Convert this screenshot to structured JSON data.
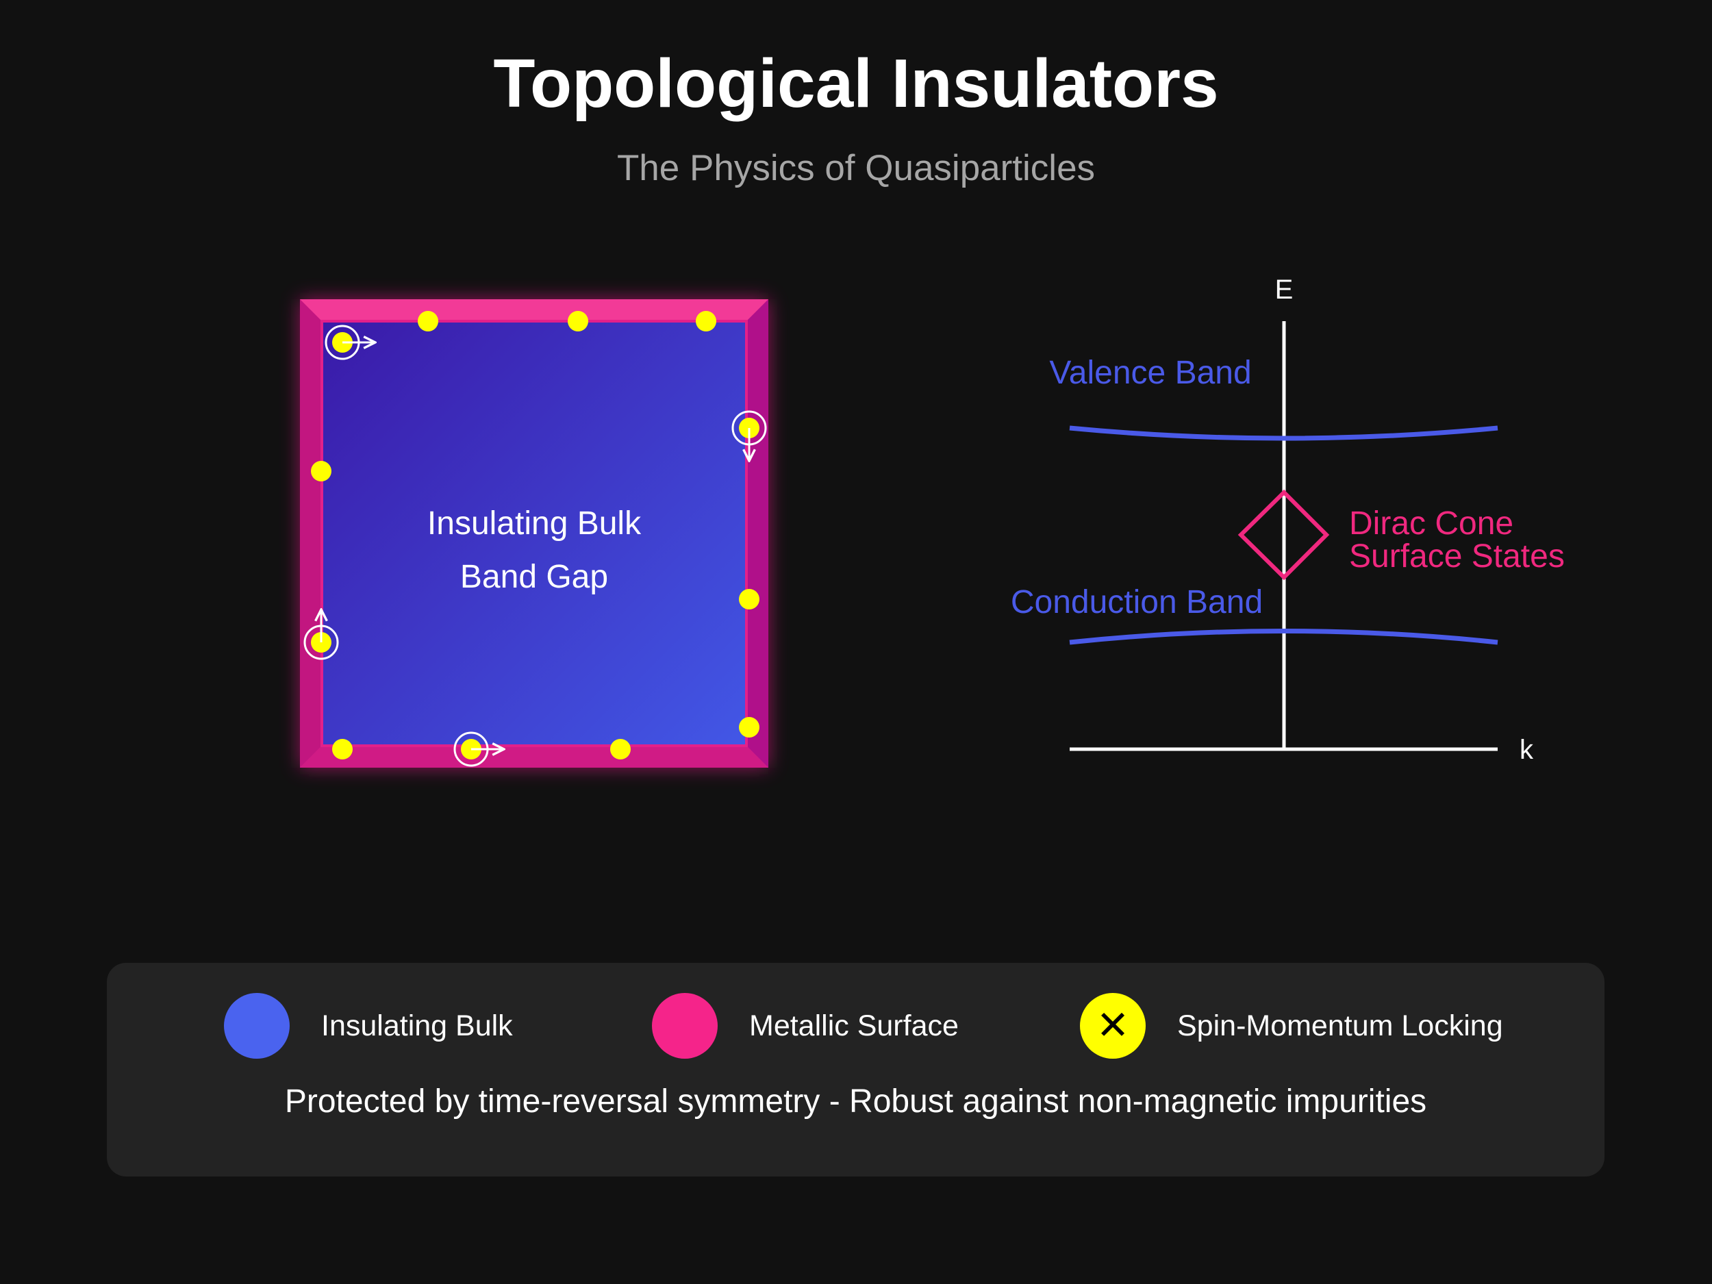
{
  "title": "Topological Insulators",
  "subtitle": "The Physics of Quasiparticles",
  "crystal": {
    "bulk_label_line1": "Insulating Bulk",
    "bulk_label_line2": "Band Gap",
    "bulk_color_start": "#3a1aa8",
    "bulk_color_end": "#4257e6",
    "surface_color": "#e3208a",
    "electron_color": "#ffff00"
  },
  "band_diagram": {
    "energy_axis_label": "E",
    "momentum_axis_label": "k",
    "valence_band_label": "Valence Band",
    "conduction_band_label": "Conduction Band",
    "dirac_label_line1": "Dirac Cone",
    "dirac_label_line2": "Surface States",
    "band_color": "#4a5ae8",
    "dirac_color": "#f0287f"
  },
  "legend": {
    "items": [
      {
        "label": "Insulating Bulk",
        "color": "#4a63ef",
        "icon": "circle"
      },
      {
        "label": "Metallic Surface",
        "color": "#f5248a",
        "icon": "circle"
      },
      {
        "label": "Spin-Momentum Locking",
        "color": "#ffff00",
        "icon": "x-mark",
        "symbol": "✕"
      }
    ],
    "note": "Protected by time-reversal symmetry - Robust against non-magnetic impurities"
  }
}
